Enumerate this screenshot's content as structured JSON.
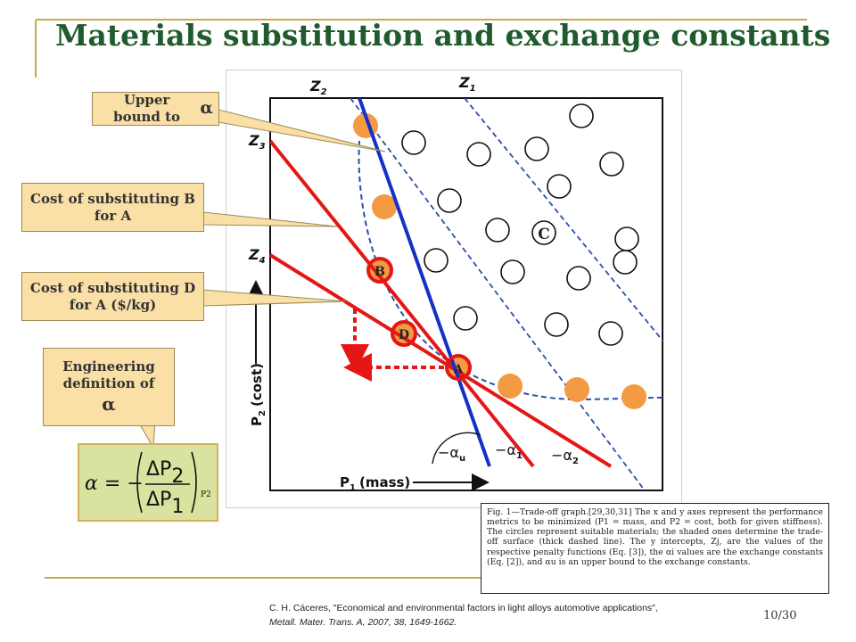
{
  "slide": {
    "title": "Materials substitution and exchange constants",
    "page_number": "10/30"
  },
  "callouts": {
    "upper_bound_text": "Upper bound to ",
    "alpha_symbol": "α",
    "cost_b_for_a": "Cost of substituting B for A",
    "cost_d_for_a": "Cost of substituting D for A ($/kg)",
    "engineering_def_text": "Engineering definition of",
    "engineering_def_symbol": "α"
  },
  "formula": {
    "lhs": "α = −",
    "delta_p2": "ΔP",
    "sub2": "2",
    "delta_p1": "ΔP",
    "sub1": "1",
    "subscript": "P2"
  },
  "figure": {
    "z_labels": [
      "Z",
      "2",
      "Z",
      "1",
      "Z",
      "3",
      "Z",
      "4"
    ],
    "point_b": "B",
    "point_d": "D",
    "point_c": "C",
    "point_a": "A",
    "y_axis_label": "P",
    "y_axis_sub": "2",
    "y_axis_unit": "(cost)",
    "x_axis_label": "P",
    "x_axis_sub": "1",
    "x_axis_unit": "(mass)",
    "alpha_u": "−α",
    "alpha_u_sub": "u",
    "alpha_1": "−α",
    "alpha_1_sub": "1",
    "alpha_2": "−α",
    "alpha_2_sub": "2"
  },
  "caption": {
    "text": "Fig. 1—Trade-off graph.[29,30,31] The x and y axes represent the performance metrics to be minimized (P1 = mass, and P2 = cost, both for given stiffness). The circles represent suitable materials; the shaded ones determine the trade-off surface (thick dashed line). The y intercepts, Zj, are the values of the respective penalty functions (Eq. [3]), the αi values are the exchange constants (Eq. [2]), and αu is an upper bound to the exchange constants."
  },
  "citation": {
    "line1": "C. H. Cáceres, \"Economical and environmental factors in light alloys automotive applications\",",
    "line2": "Metall. Mater. Trans. A, 2007, 38, 1649-1662."
  },
  "colors": {
    "title": "#1f5b2c",
    "callout_fill": "#fadfa6",
    "formula_fill": "#d9e39f",
    "red_line": "#e51616",
    "blue_line": "#1530c8",
    "orange_point": "#f39a43",
    "dashed_curve": "#2a4fa8"
  }
}
